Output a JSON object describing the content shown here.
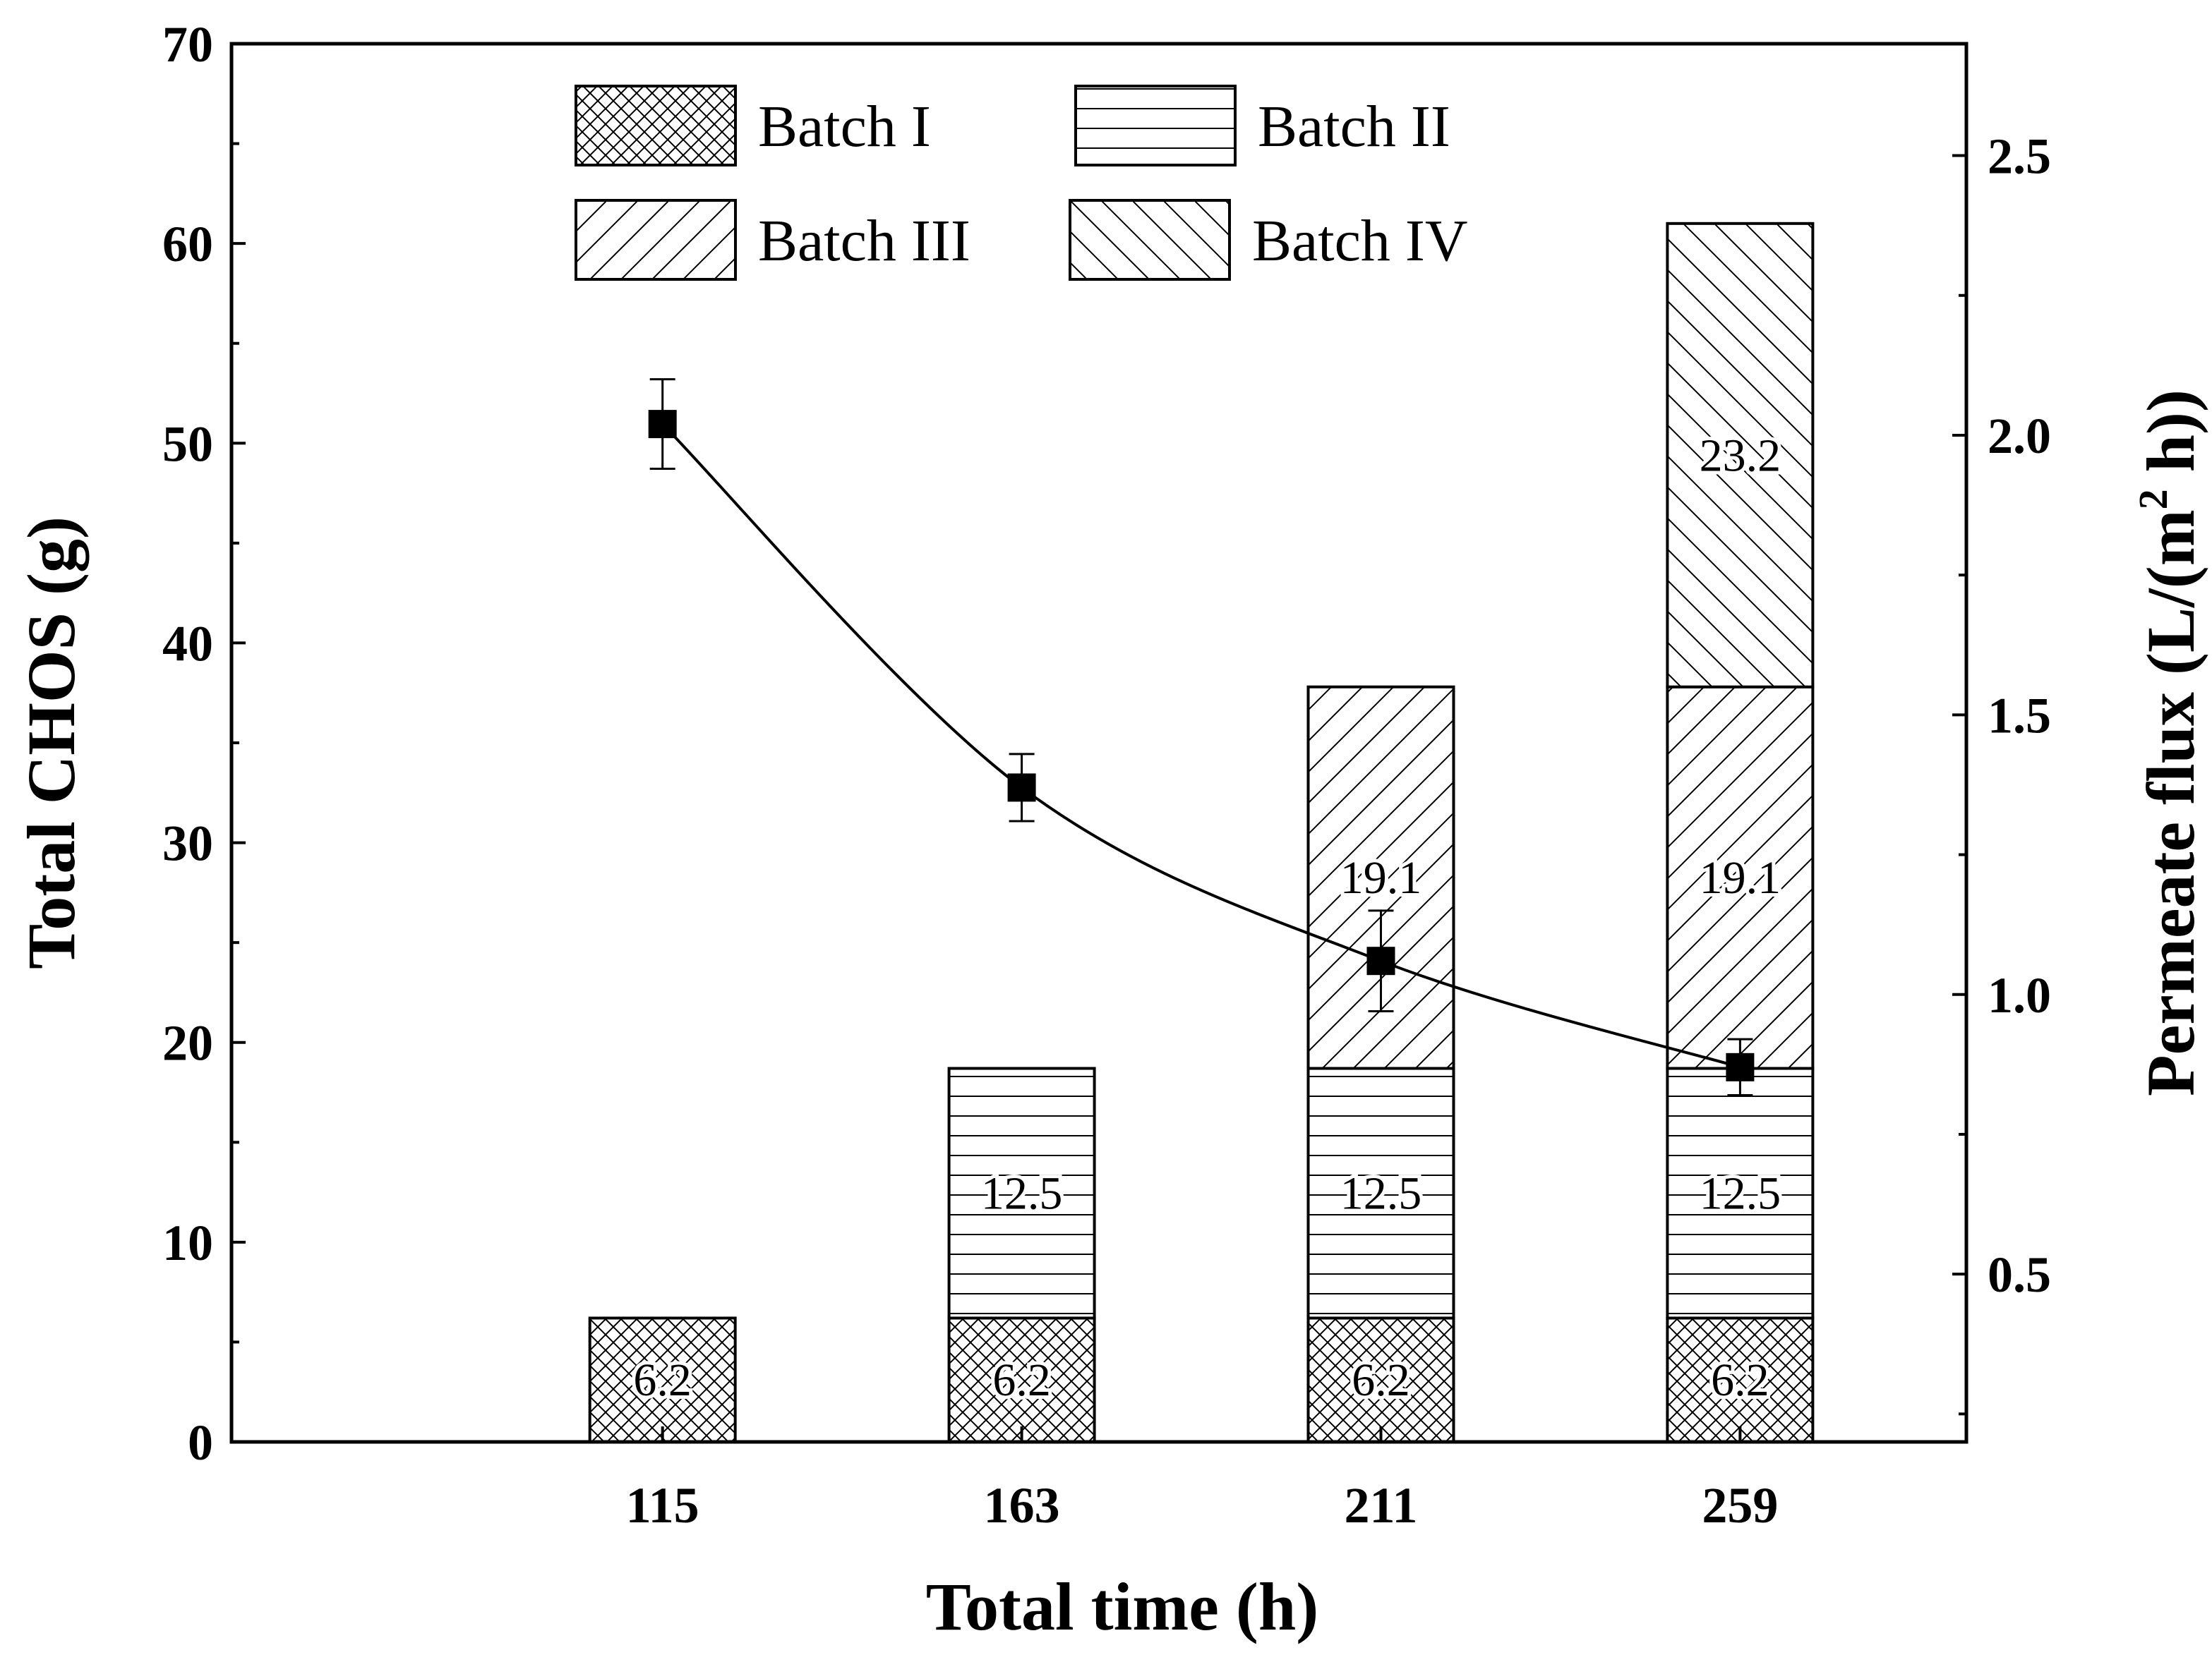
{
  "chart_data": {
    "type": "bar",
    "stacked": true,
    "categories": [
      "115",
      "163",
      "211",
      "259"
    ],
    "xlabel": "Total time (h)",
    "ylabel": "Total CHOS (g)",
    "ylim": [
      0,
      70
    ],
    "yticks": [
      "0",
      "10",
      "20",
      "30",
      "40",
      "50",
      "60",
      "70"
    ],
    "y2label_main": "Permeate flux (L/(m",
    "y2label_sup": "2",
    "y2label_end": " h))",
    "y2lim": [
      0.2,
      2.7
    ],
    "y2ticks": [
      "0.5",
      "1.0",
      "1.5",
      "2.0",
      "2.5"
    ],
    "grid": false,
    "legend_position": "top-center",
    "series": [
      {
        "name": "Batch I",
        "pattern": "crosshatch",
        "values": [
          6.2,
          6.2,
          6.2,
          6.2
        ],
        "labels": [
          "6.2",
          "6.2",
          "6.2",
          "6.2"
        ]
      },
      {
        "name": "Batch II",
        "pattern": "horizontal",
        "values": [
          0,
          12.5,
          12.5,
          12.5
        ],
        "labels": [
          "",
          "12.5",
          "12.5",
          "12.5"
        ]
      },
      {
        "name": "Batch III",
        "pattern": "forward-diagonal",
        "values": [
          0,
          0,
          19.1,
          19.1
        ],
        "labels": [
          "",
          "",
          "19.1",
          "19.1"
        ]
      },
      {
        "name": "Batch IV",
        "pattern": "back-diagonal",
        "values": [
          0,
          0,
          0,
          23.2
        ],
        "labels": [
          "",
          "",
          "",
          "23.2"
        ]
      }
    ],
    "line_series": {
      "axis": "right",
      "marker": "square",
      "values": [
        2.02,
        1.37,
        1.06,
        0.87
      ],
      "errors": [
        0.08,
        0.06,
        0.09,
        0.05
      ],
      "color": "#000000"
    }
  }
}
